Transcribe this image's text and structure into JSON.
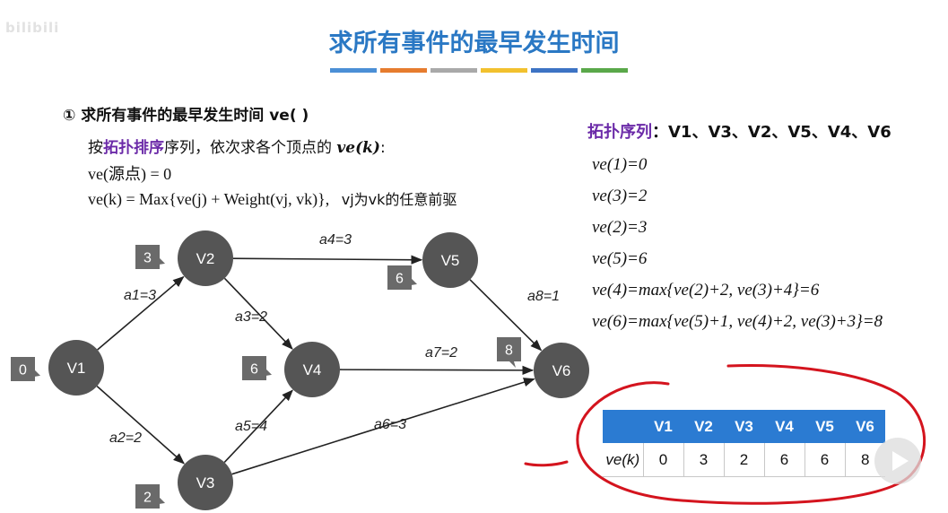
{
  "watermark": "bilibili",
  "title": "求所有事件的最早发生时间",
  "accent_colors": [
    "#4b8fd6",
    "#e67c2e",
    "#a9a9a9",
    "#f2c12e",
    "#3d73c4",
    "#5aa84a"
  ],
  "heading": "① 求所有事件的最早发生时间 ve( )",
  "intro": {
    "pre": "按",
    "keyword": "拓扑排序",
    "mid": "序列，依次求各个顶点的 ",
    "var": "ve(k)",
    "post": ":"
  },
  "formula1": "ve(源点) = 0",
  "formula2": "ve(k) = Max{ve(j) + Weight(vj, vk)},",
  "formula2_note": "vj为vk的任意前驱",
  "topo": {
    "label": "拓扑序列",
    "sequence": "：V1、V3、V2、V5、V4、V6"
  },
  "steps": [
    "ve(1)=0",
    "ve(3)=2",
    "ve(2)=3",
    "ve(5)=6",
    "ve(4)=max{ve(2)+2, ve(3)+4}=6",
    "ve(6)=max{ve(5)+1, ve(4)+2, ve(3)+3}=8"
  ],
  "graph": {
    "nodes": [
      {
        "id": "V1",
        "label": "V1",
        "ve": "0"
      },
      {
        "id": "V2",
        "label": "V2",
        "ve": "3"
      },
      {
        "id": "V3",
        "label": "V3",
        "ve": "2"
      },
      {
        "id": "V4",
        "label": "V4",
        "ve": "6"
      },
      {
        "id": "V5",
        "label": "V5",
        "ve": "6"
      },
      {
        "id": "V6",
        "label": "V6",
        "ve": "8"
      }
    ],
    "edges": [
      {
        "from": "V1",
        "to": "V2",
        "label": "a1=3"
      },
      {
        "from": "V1",
        "to": "V3",
        "label": "a2=2"
      },
      {
        "from": "V2",
        "to": "V4",
        "label": "a3=2"
      },
      {
        "from": "V2",
        "to": "V5",
        "label": "a4=3"
      },
      {
        "from": "V3",
        "to": "V4",
        "label": "a5=4"
      },
      {
        "from": "V3",
        "to": "V6",
        "label": "a6=3"
      },
      {
        "from": "V4",
        "to": "V6",
        "label": "a7=2"
      },
      {
        "from": "V5",
        "to": "V6",
        "label": "a8=1"
      }
    ],
    "node_color": "#555555",
    "tag_color": "#6a6a6a"
  },
  "table": {
    "row_label": "ve(k)",
    "headers": [
      "V1",
      "V2",
      "V3",
      "V4",
      "V5",
      "V6"
    ],
    "values": [
      "0",
      "3",
      "2",
      "6",
      "6",
      "8"
    ],
    "header_color": "#2b7bd2"
  },
  "annotation_color": "#d4141e"
}
